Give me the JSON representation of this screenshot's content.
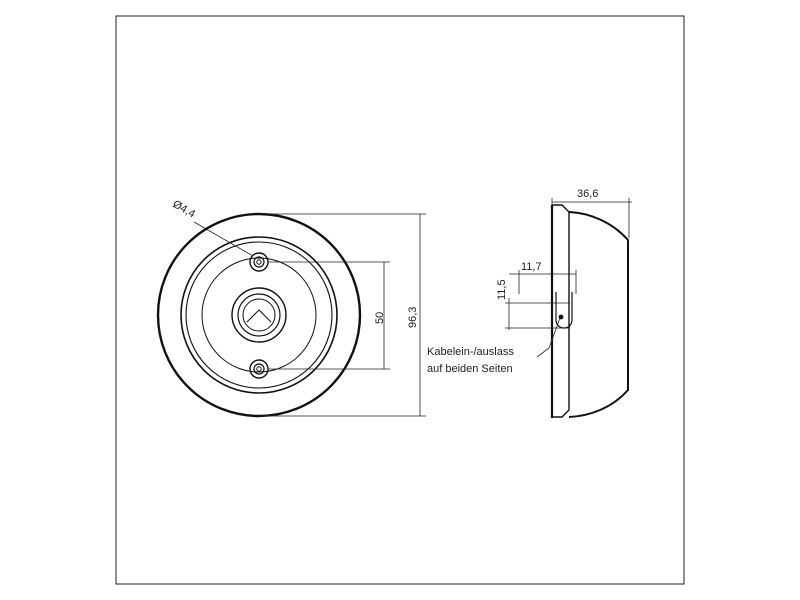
{
  "dimensions": {
    "hole_diameter": "Ø4,4",
    "hole_spacing": "50",
    "outer_diameter": "96,3",
    "depth": "36,6",
    "cable_offset": "11,7",
    "cable_height": "11,5"
  },
  "annotation": {
    "line1": "Kabelein-/auslass",
    "line2": "auf beiden Seiten"
  }
}
